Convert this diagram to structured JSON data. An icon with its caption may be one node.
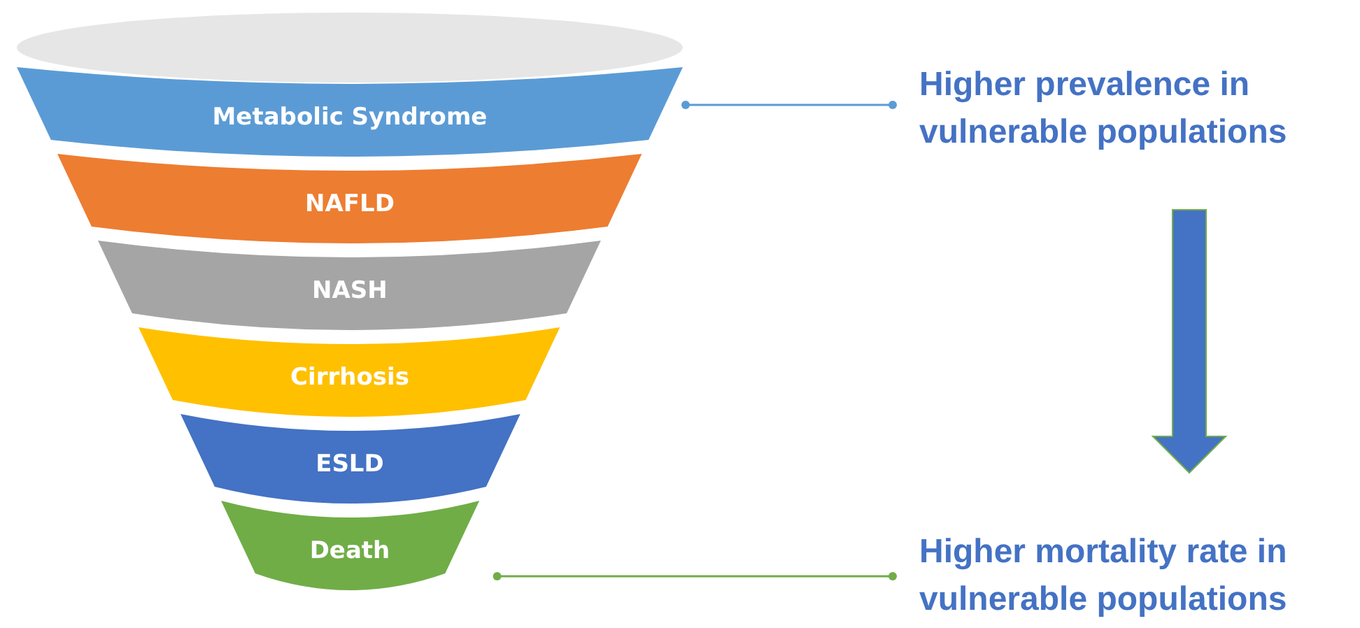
{
  "diagram": {
    "nodes": [
      {
        "text": [],
        "shape": "ellipse"
      },
      {
        "text": [
          "Metabolic Syndrome"
        ]
      },
      {
        "text": [
          "NAFLD"
        ]
      },
      {
        "text": [
          "NASH"
        ]
      },
      {
        "text": [
          "Cirrhosis"
        ]
      },
      {
        "text": [
          "ESLD"
        ]
      },
      {
        "text": [
          "Death"
        ]
      },
      {
        "text": [
          "Higher prevalence in vulnerable populations"
        ]
      },
      {
        "text": [
          "Higher mortality rate in vulnerable populations"
        ]
      }
    ],
    "edges": [
      {
        "from": 1,
        "to": 7,
        "arrow": "other",
        "color": "#5b9bd5"
      },
      {
        "from": 6,
        "to": 8,
        "arrow": "other",
        "color": "#70ad47"
      },
      {
        "from": 7,
        "to": 8,
        "arrow": "to",
        "style": "thick",
        "color": "#4472c4"
      }
    ]
  }
}
